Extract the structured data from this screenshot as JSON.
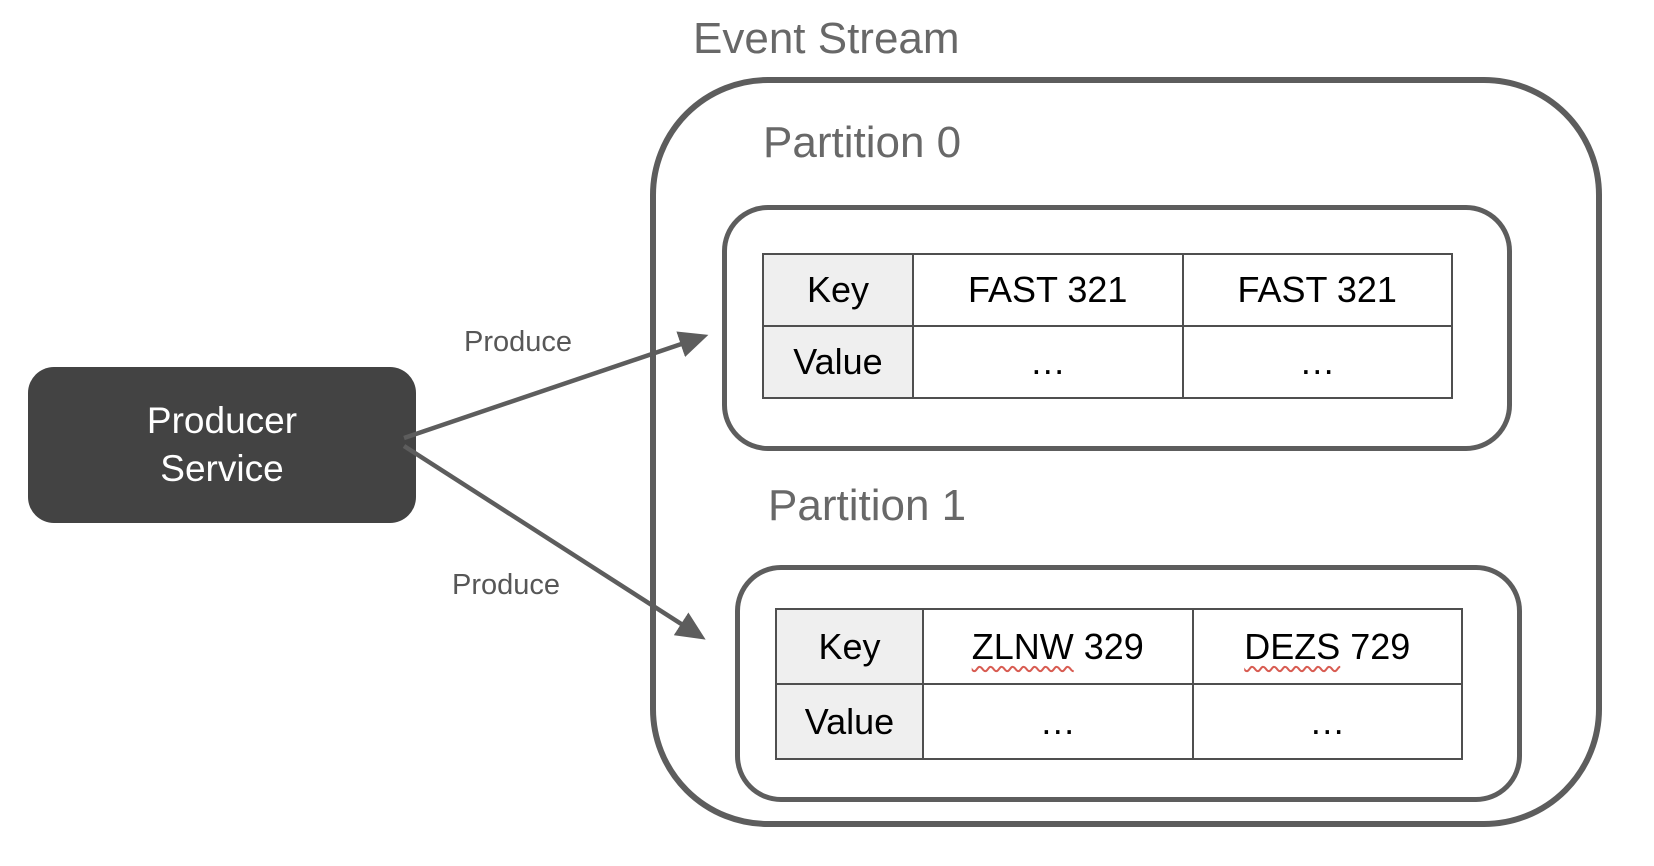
{
  "diagram": {
    "title": "Event Stream",
    "producer": {
      "lines": [
        "Producer",
        "Service"
      ]
    },
    "arrows": {
      "top_label": "Produce",
      "bottom_label": "Produce"
    },
    "partitions": [
      {
        "title": "Partition 0",
        "table": {
          "row_headers": [
            "Key",
            "Value"
          ],
          "keys": [
            {
              "word": "FAST",
              "rest": " 321",
              "misspelled": false
            },
            {
              "word": "FAST",
              "rest": " 321",
              "misspelled": false
            }
          ],
          "values": [
            "…",
            "…"
          ]
        }
      },
      {
        "title": "Partition 1",
        "table": {
          "row_headers": [
            "Key",
            "Value"
          ],
          "keys": [
            {
              "word": "ZLNW",
              "rest": " 329",
              "misspelled": true
            },
            {
              "word": "DEZS",
              "rest": " 729",
              "misspelled": true
            }
          ],
          "values": [
            "…",
            "…"
          ]
        }
      }
    ],
    "colors": {
      "outline_gray": "#5d5d5d",
      "table_border": "#4f4f4f",
      "header_cell_bg": "#efefef",
      "producer_box_bg": "#434343",
      "producer_text": "#ffffff",
      "title_text": "#686868",
      "spellcheck_squiggle": "#d85c52"
    }
  }
}
